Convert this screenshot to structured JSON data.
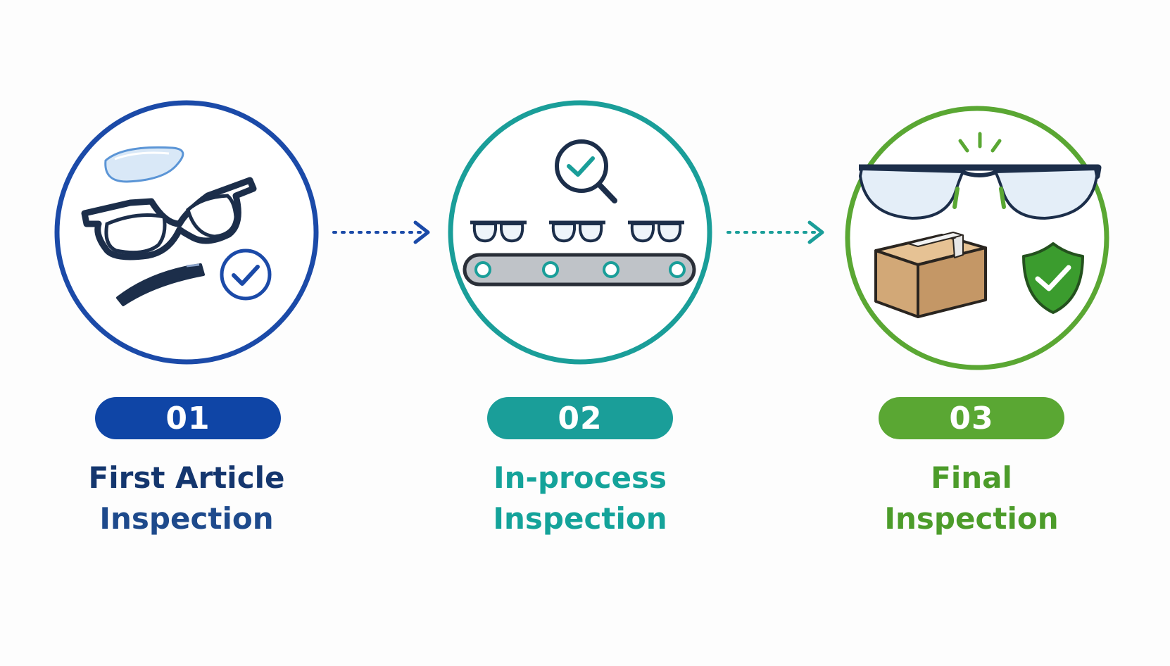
{
  "colors": {
    "step1": "#1b4aa8",
    "step1_badge": "#0f45a6",
    "step1_text": "#14366e",
    "step2": "#1a9e99",
    "step2_text": "#14a39a",
    "step3": "#5aa733",
    "step3_text": "#4c9c2a",
    "frame": "#1c2e4a",
    "lens": "#d9e8f7",
    "box": "#d2a877",
    "shield": "#3b9c2e"
  },
  "steps": [
    {
      "number": "01",
      "title_line1": "First Article",
      "title_line2": "Inspection",
      "icons": [
        "lens-icon",
        "glasses-frame-icon",
        "temple-arm-icon",
        "check-circle-icon"
      ]
    },
    {
      "number": "02",
      "title_line1": "In-process",
      "title_line2": "Inspection",
      "icons": [
        "magnifier-check-icon",
        "glasses-icon",
        "conveyor-belt-icon"
      ]
    },
    {
      "number": "03",
      "title_line1": "Final",
      "title_line2": "Inspection",
      "icons": [
        "sparkle-icon",
        "glasses-icon",
        "package-box-icon",
        "shield-check-icon"
      ]
    }
  ]
}
